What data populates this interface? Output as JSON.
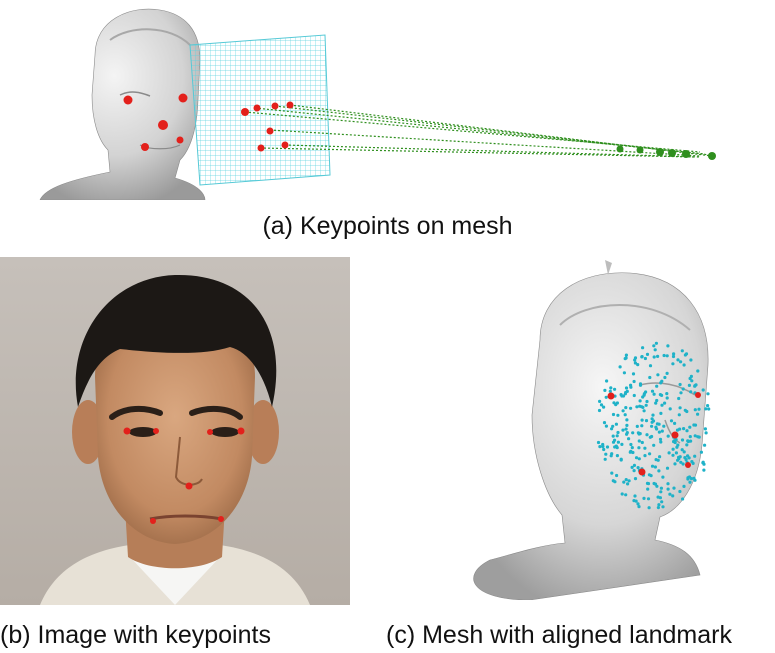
{
  "figure": {
    "captions": {
      "a": "(a) Keypoints on mesh",
      "b": "(b) Image with keypoints",
      "c": "(c) Mesh with aligned landmark"
    }
  },
  "colors": {
    "mesh": "#d9d9d9",
    "keypoint": "#e3201b",
    "projection_ray": "#2f8f1e",
    "landmark": "#1fb2c8",
    "image_plane": "#6fe0e8",
    "photo_background": "#c8c2bb",
    "skin": "#c8946b",
    "hair": "#1c1815"
  }
}
